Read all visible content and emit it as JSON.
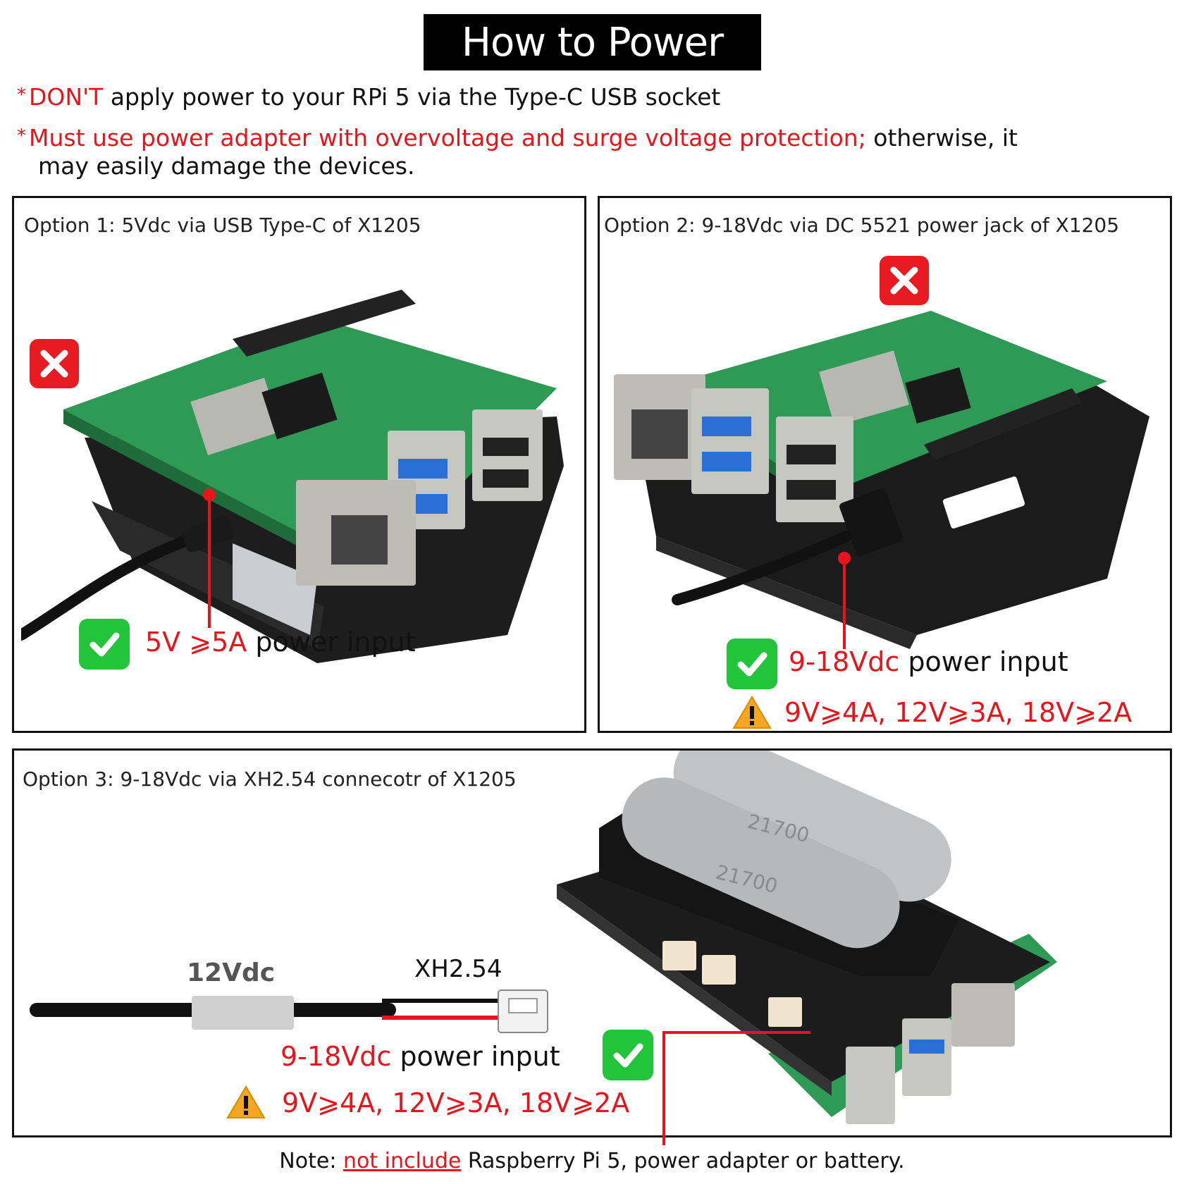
{
  "header": {
    "title": "How to Power"
  },
  "warnings": {
    "w1_red": "DON'T",
    "w1_rest": " apply power to your RPi 5 via the Type-C USB socket",
    "w2_red": "Must use power adapter with overvoltage and surge voltage protection;",
    "w2_rest": " otherwise, it",
    "w2_line2": "may easily damage the devices.",
    "bullet": "*"
  },
  "option1": {
    "label": "Option 1:  5Vdc via USB Type-C of X1205",
    "value_red": "5V ⩾5A",
    "value_rest": " power input"
  },
  "option2": {
    "label": "Option 2:  9-18Vdc via DC 5521 power jack of X1205",
    "value_red": "9-18Vdc",
    "value_rest": " power input",
    "requirements": "9V⩾4A, 12V⩾3A, 18V⩾2A"
  },
  "option3": {
    "label": "Option 3:  9-18Vdc via XH2.54 connecotr of X1205",
    "cable_tag": "12Vdc",
    "connector_label": "XH2.54",
    "battery_label": "21700",
    "value_red": "9-18Vdc",
    "value_rest": " power input",
    "requirements": "9V⩾4A, 12V⩾3A, 18V⩾2A"
  },
  "note": {
    "prefix": "Note: ",
    "highlight": "not include",
    "rest": " Raspberry Pi 5, power adapter or battery."
  },
  "colors": {
    "accent_red": "#e8141b",
    "ok_green": "#22c43a",
    "bad_red": "#e81b23",
    "pcb_green": "#2f9a55"
  },
  "icons": {
    "bad": "close-icon",
    "ok": "check-icon",
    "caution": "warning-triangle-icon"
  }
}
